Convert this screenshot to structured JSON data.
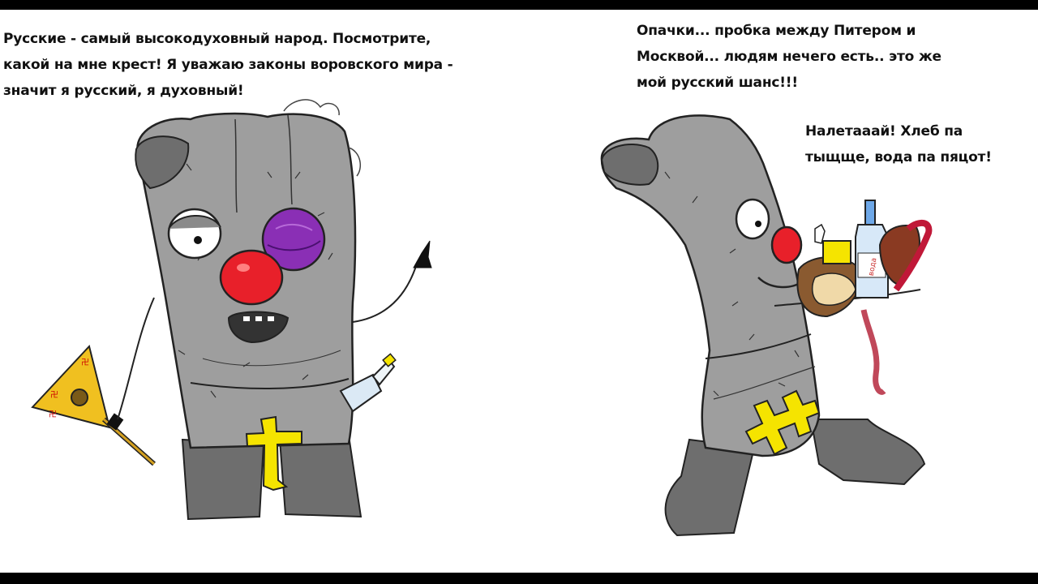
{
  "comic": {
    "left_caption": [
      "Русские - самый высокодуховный народ. Посмотрите,",
      "какой на мне крест! Я уважаю законы воровского мира -",
      "значит я русский, я духовный!"
    ],
    "right_caption": [
      "Опачки... пробка между Питером и",
      "Москвой... людям нечего есть.. это же",
      "мой русский шанс!!!"
    ],
    "right_shout": [
      "Налетааай! Хлеб па",
      "тыщще, вода па пяцот!"
    ],
    "bottle_label": "вода"
  },
  "colors": {
    "letterbox": "#000000",
    "background": "#ffffff",
    "body_gray": "#9e9e9e",
    "boot_gray": "#6e6e6e",
    "nose_red": "#e8202a",
    "bruise_purple": "#8a2fb5",
    "cross_yellow": "#f5e400"
  }
}
